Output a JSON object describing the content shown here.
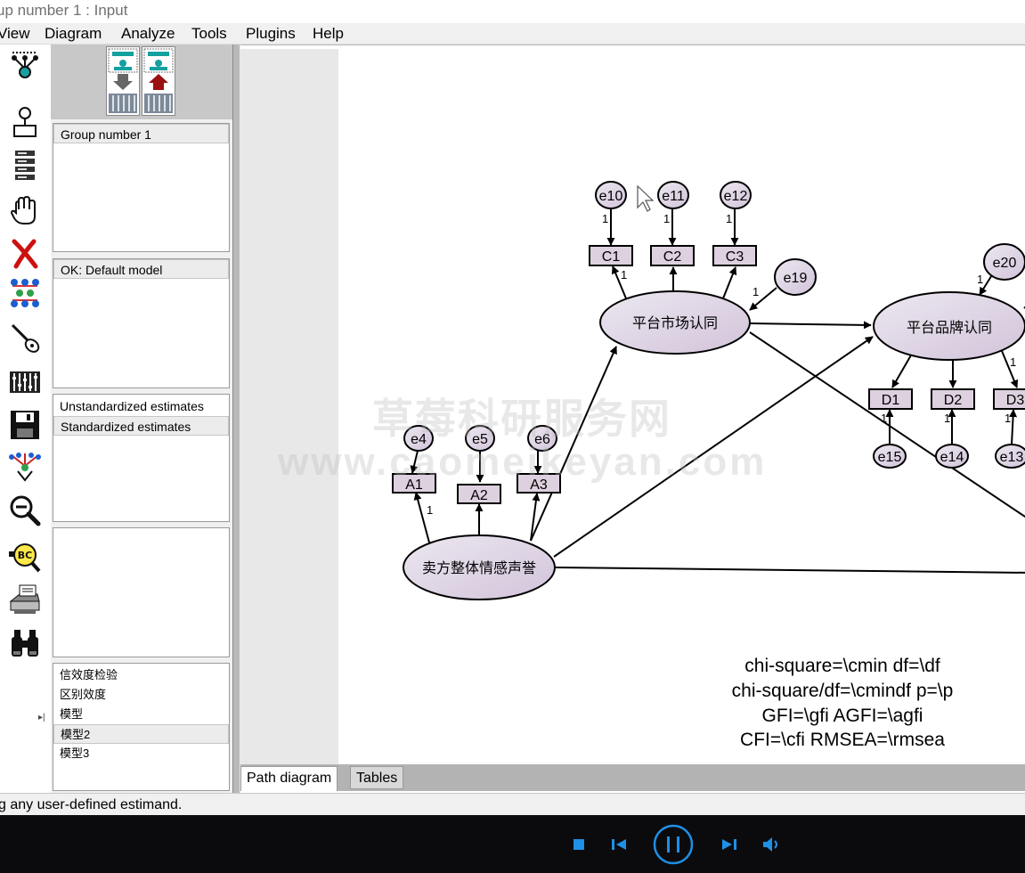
{
  "window": {
    "title": "up number 1 : Input"
  },
  "menu": [
    "View",
    "Diagram",
    "Analyze",
    "Tools",
    "Plugins",
    "Help"
  ],
  "toolbar_icons": [
    "indicator-variable-icon",
    "latent-variable-icon",
    "list-variables-icon",
    "move-hand-icon",
    "delete-icon",
    "preserve-symmetries-icon",
    "magic-wand-icon",
    "data-file-icon",
    "save-icon",
    "multi-select-icon",
    "zoom-out-icon",
    "variable-names-icon",
    "print-icon",
    "binoculars-icon"
  ],
  "panes": {
    "groups": [
      "Group number 1"
    ],
    "models": [
      "OK: Default model"
    ],
    "estimates": [
      "Unstandardized estimates",
      "Standardized estimates"
    ],
    "files": [
      "信效度检验",
      "区别效度",
      "模型",
      "模型2",
      "模型3"
    ]
  },
  "diagram": {
    "latents": {
      "market": "平台市场认同",
      "brand": "平台品牌认同",
      "seller": "卖方整体情感声誉"
    },
    "indicators": {
      "c1": "C1",
      "c2": "C2",
      "c3": "C3",
      "d1": "D1",
      "d2": "D2",
      "d3": "D3",
      "a1": "A1",
      "a2": "A2",
      "a3": "A3"
    },
    "errors": {
      "e10": "e10",
      "e11": "e11",
      "e12": "e12",
      "e19": "e19",
      "e20": "e20",
      "e4": "e4",
      "e5": "e5",
      "e6": "e6",
      "e15": "e15",
      "e14": "e14",
      "e13": "e13"
    },
    "path_labels": {
      "one": "1"
    },
    "fit_text": [
      "chi-square=\\cmin df=\\df",
      "chi-square/df=\\cmindf p=\\p",
      "GFI=\\gfi AGFI=\\agfi",
      "CFI=\\cfi RMSEA=\\rmsea"
    ]
  },
  "tabs": [
    "Path diagram",
    "Tables"
  ],
  "status": "g any user-defined estimand.",
  "watermark": {
    "line1": "草莓科研服务网",
    "line2": "www.caomeikeyan.com"
  },
  "colors": {
    "latent_fill": "#dcd0e2",
    "indicator_fill": "#ddd0df",
    "accent_media": "#1e90e6"
  }
}
